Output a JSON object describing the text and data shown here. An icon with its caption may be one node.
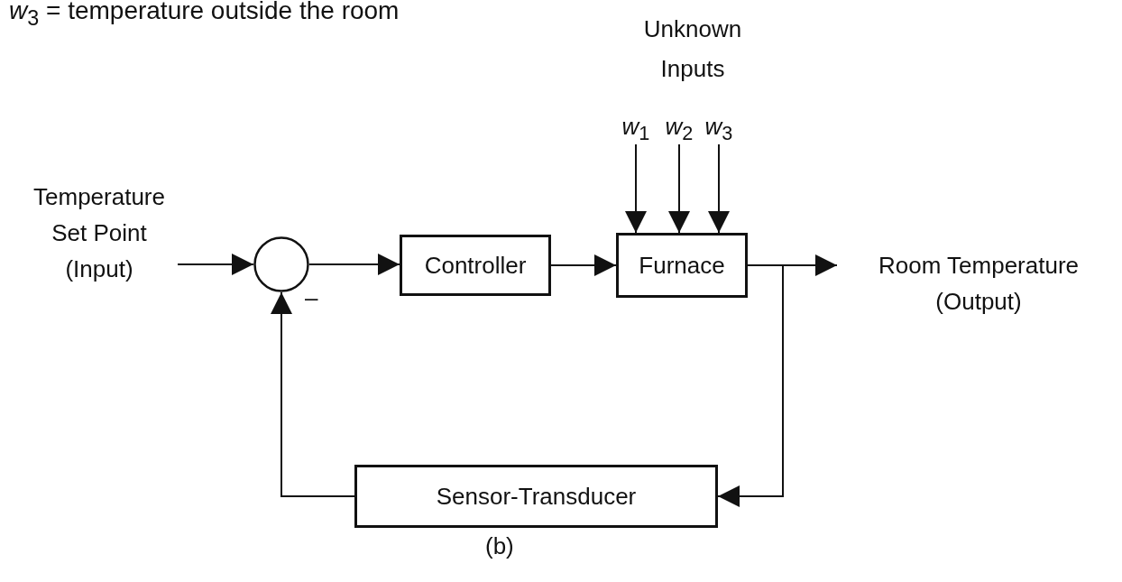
{
  "diagram": {
    "nodes": [
      {
        "text": [
          "Temperature Set Point (Input)"
        ]
      },
      {
        "text": [],
        "shape": "circle"
      },
      {
        "text": [
          "Controller"
        ]
      },
      {
        "text": [
          "Furnace"
        ]
      },
      {
        "text": [
          "Room Temperature (Output)"
        ]
      },
      {
        "text": [
          "Sensor-Transducer"
        ]
      },
      {
        "text": [
          "*w*$_{1}$"
        ]
      },
      {
        "text": [
          "*w*$_{2}$"
        ]
      },
      {
        "text": [
          "*w*$_{3}$"
        ]
      }
    ],
    "edges": [
      {
        "from": 0,
        "to": 1,
        "arrow": "to"
      },
      {
        "from": 1,
        "to": 2,
        "arrow": "to"
      },
      {
        "from": 2,
        "to": 3,
        "arrow": "to"
      },
      {
        "from": 3,
        "to": 4,
        "arrow": "to"
      },
      {
        "from": 3,
        "to": 5,
        "arrow": "to"
      },
      {
        "from": 5,
        "to": 1,
        "arrow": "to"
      },
      {
        "from": 6,
        "to": 3,
        "arrow": "to"
      },
      {
        "from": 7,
        "to": 3,
        "arrow": "to"
      },
      {
        "from": 8,
        "to": 3,
        "arrow": "to"
      }
    ],
    "labels": [
      "*w*$_{3}$ = temperature outside the room",
      "Unknown Inputs",
      "–",
      "(b)"
    ]
  }
}
